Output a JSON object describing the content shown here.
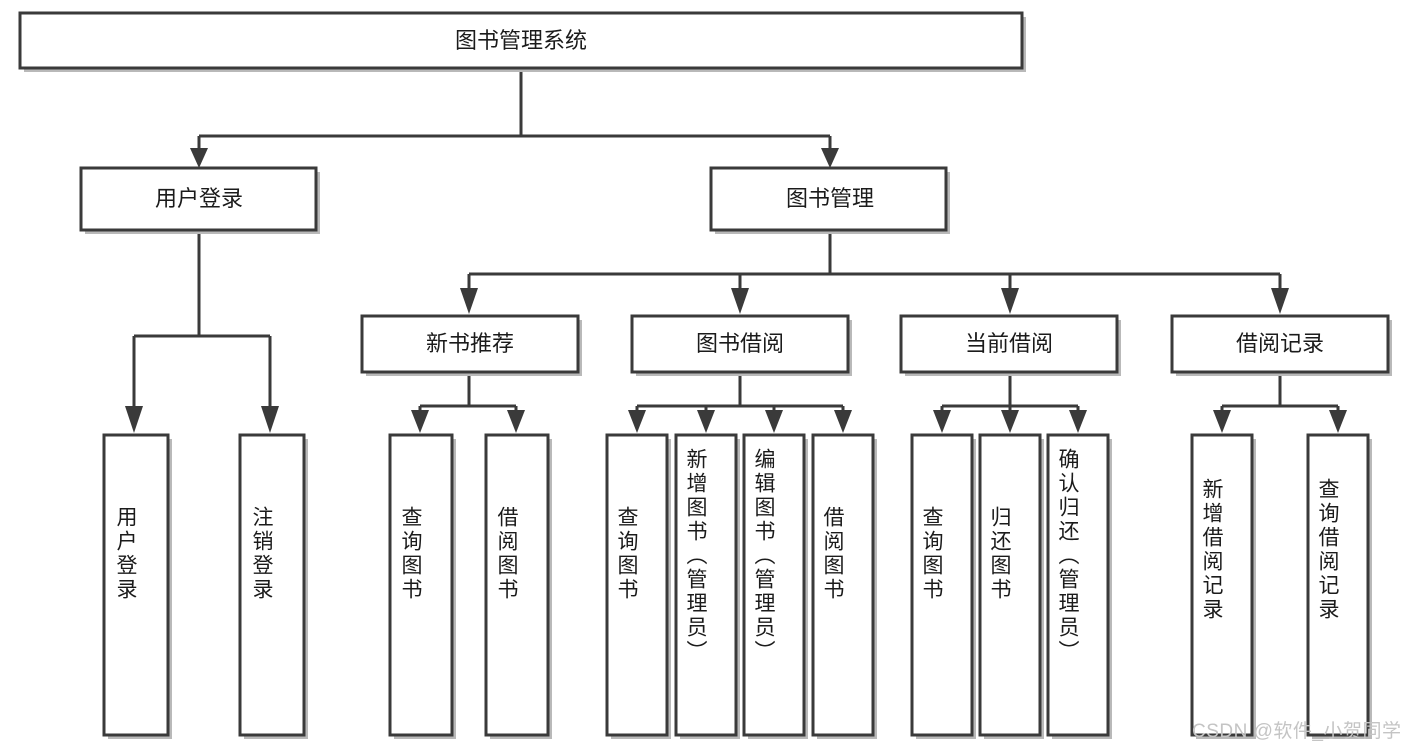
{
  "diagram": {
    "title": "图书管理系统",
    "type": "tree",
    "style": {
      "box_fill": "#ffffff",
      "box_stroke": "#3a3a3a",
      "text_color": "#1b1b1b",
      "watermark_color": "#c4c4c4",
      "background": "#ffffff"
    },
    "root": {
      "label": "图书管理系统"
    },
    "level2": [
      {
        "label": "用户登录"
      },
      {
        "label": "图书管理"
      }
    ],
    "level3": [
      {
        "label": "新书推荐"
      },
      {
        "label": "图书借阅"
      },
      {
        "label": "当前借阅"
      },
      {
        "label": "借阅记录"
      }
    ],
    "leaves": {
      "user_login": [
        {
          "label": "用户登录"
        },
        {
          "label": "注销登录"
        }
      ],
      "new_book_recommend": [
        {
          "label": "查询图书"
        },
        {
          "label": "借阅图书"
        }
      ],
      "book_borrow": [
        {
          "label": "查询图书"
        },
        {
          "label": "新增图书（管理员）"
        },
        {
          "label": "编辑图书（管理员）"
        },
        {
          "label": "借阅图书"
        }
      ],
      "current_borrow": [
        {
          "label": "查询图书"
        },
        {
          "label": "归还图书"
        },
        {
          "label": "确认归还（管理员）"
        }
      ],
      "borrow_record": [
        {
          "label": "新增借阅记录"
        },
        {
          "label": "查询借阅记录"
        }
      ]
    }
  },
  "watermark": {
    "text": "CSDN @软件_小贺同学"
  }
}
